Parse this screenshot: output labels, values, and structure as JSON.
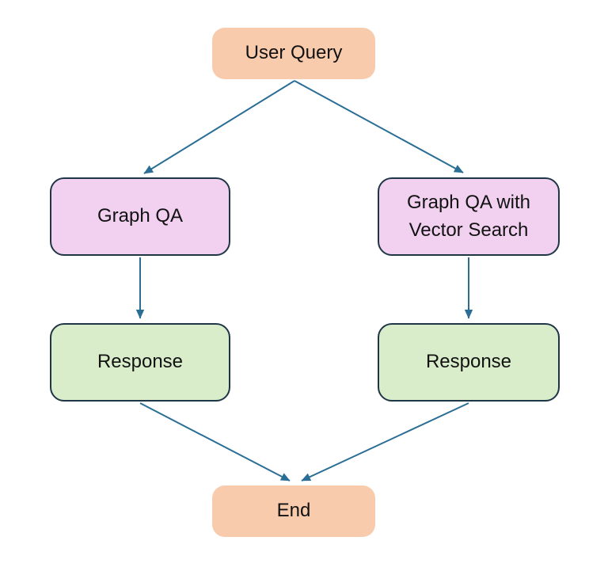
{
  "diagram": {
    "type": "flowchart",
    "nodes": {
      "user_query": {
        "label": "User Query",
        "kind": "terminal"
      },
      "graph_qa": {
        "label": "Graph QA",
        "kind": "process"
      },
      "graph_qa_vector": {
        "label": "Graph QA with Vector Search",
        "kind": "process"
      },
      "response_left": {
        "label": "Response",
        "kind": "response"
      },
      "response_right": {
        "label": "Response",
        "kind": "response"
      },
      "end": {
        "label": "End",
        "kind": "terminal"
      }
    },
    "edges": [
      {
        "from": "user_query",
        "to": "graph_qa"
      },
      {
        "from": "user_query",
        "to": "graph_qa_vector"
      },
      {
        "from": "graph_qa",
        "to": "response_left"
      },
      {
        "from": "graph_qa_vector",
        "to": "response_right"
      },
      {
        "from": "response_left",
        "to": "end"
      },
      {
        "from": "response_right",
        "to": "end"
      }
    ],
    "colors": {
      "terminal_fill": "#F8CBAD",
      "process_fill": "#F2D1F0",
      "response_fill": "#D9EDCB",
      "node_border": "#1F3647",
      "arrow": "#2A6E96",
      "text": "#121212",
      "background": "#FFFFFF"
    }
  }
}
